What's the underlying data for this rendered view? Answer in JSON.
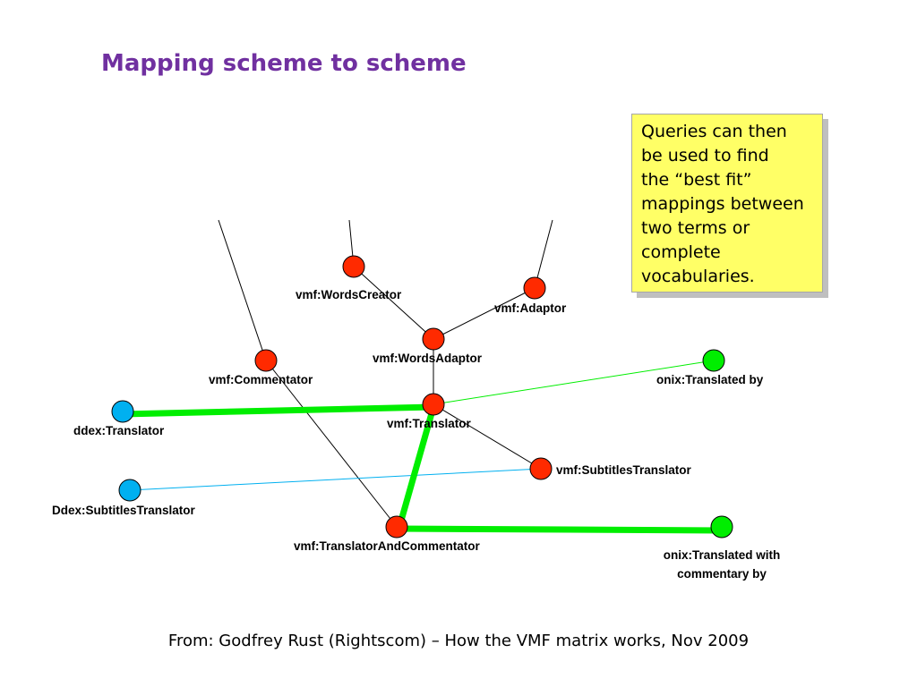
{
  "title": "Mapping scheme to scheme",
  "callout": {
    "text": "Queries can then\nbe used to find\nthe “best fit”\nmappings between\ntwo terms or\ncomplete\nvocabularies."
  },
  "source": "From: Godfrey Rust (Rightscom) – How the VMF matrix works, Nov 2009",
  "colors": {
    "vmf_node": "#ff2a00",
    "ddex_node": "#00b0f0",
    "onix_node": "#00ee00",
    "best_fit_edge": "#00ee00",
    "ddex_edge": "#00b0f0"
  },
  "nodes": {
    "words_creator": {
      "label": "vmf:WordsCreator",
      "scheme": "vmf"
    },
    "adaptor": {
      "label": "vmf:Adaptor",
      "scheme": "vmf"
    },
    "words_adaptor": {
      "label": "vmf:WordsAdaptor",
      "scheme": "vmf"
    },
    "commentator": {
      "label": "vmf:Commentator",
      "scheme": "vmf"
    },
    "translator": {
      "label": "vmf:Translator",
      "scheme": "vmf"
    },
    "subtitles_translator": {
      "label": "vmf:SubtitlesTranslator",
      "scheme": "vmf"
    },
    "translator_and_commentator": {
      "label": "vmf:TranslatorAndCommentator",
      "scheme": "vmf"
    },
    "ddex_translator": {
      "label": "ddex:Translator",
      "scheme": "ddex"
    },
    "ddex_subtitles_translator": {
      "label": "Ddex:SubtitlesTranslator",
      "scheme": "ddex"
    },
    "onix_translated_by": {
      "label": "onix:Translated by",
      "scheme": "onix"
    },
    "onix_translated_with_commentary": {
      "label_line1": "onix:Translated with",
      "label_line2": "commentary by",
      "scheme": "onix"
    }
  },
  "edges": [
    {
      "from": "words_creator",
      "to": "words_adaptor",
      "kind": "hierarchy"
    },
    {
      "from": "adaptor",
      "to": "words_adaptor",
      "kind": "hierarchy"
    },
    {
      "from": "words_adaptor",
      "to": "translator",
      "kind": "hierarchy"
    },
    {
      "from": "translator",
      "to": "subtitles_translator",
      "kind": "hierarchy"
    },
    {
      "from": "commentator",
      "to": "translator_and_commentator",
      "kind": "hierarchy"
    },
    {
      "from": "translator",
      "to": "translator_and_commentator",
      "kind": "best-fit"
    },
    {
      "from": "ddex_translator",
      "to": "translator",
      "kind": "best-fit"
    },
    {
      "from": "translator_and_commentator",
      "to": "onix_translated_with_commentary",
      "kind": "best-fit"
    },
    {
      "from": "translator",
      "to": "onix_translated_by",
      "kind": "mapping"
    },
    {
      "from": "ddex_subtitles_translator",
      "to": "subtitles_translator",
      "kind": "mapping"
    }
  ]
}
